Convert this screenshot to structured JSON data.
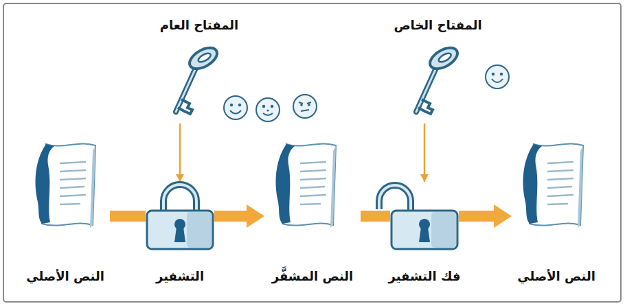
{
  "diagram": {
    "nodes": [
      {
        "text": [
          "النص الأصلي"
        ]
      },
      {
        "text": [
          "التشفير"
        ]
      },
      {
        "text": [
          "النص المشفَّر"
        ]
      },
      {
        "text": [
          "فك التشفير"
        ]
      },
      {
        "text": [
          "النص الأصلي"
        ]
      },
      {
        "text": [
          "المفتاح العام"
        ]
      },
      {
        "text": [
          "المفتاح الخاص"
        ]
      }
    ],
    "edges": [
      {
        "from": 0,
        "to": 1,
        "arrow": "none"
      },
      {
        "from": 1,
        "to": 2,
        "arrow": "to"
      },
      {
        "from": 2,
        "to": 3,
        "arrow": "none"
      },
      {
        "from": 3,
        "to": 4,
        "arrow": "to"
      },
      {
        "from": 5,
        "to": 1,
        "arrow": "to"
      },
      {
        "from": 6,
        "to": 3,
        "arrow": "to"
      }
    ]
  }
}
